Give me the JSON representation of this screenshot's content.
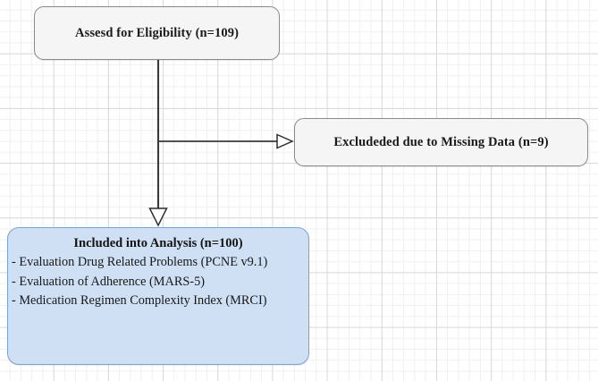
{
  "diagram": {
    "title_node": {
      "label": "Assesd for Eligibility (n=109)"
    },
    "excluded_node": {
      "label": "Excludeded due to Missing Data (n=9)"
    },
    "included_node": {
      "title": "Included into Analysis (n=100)",
      "line1": "- Evaluation Drug Related Problems (PCNE v9.1)",
      "line2": "- Evaluation of Adherence (MARS-5)",
      "line3": "- Medication Regimen Complexity Index (MRCI)"
    },
    "colors": {
      "grey_fill": "#f5f5f5",
      "grey_border": "#8a8a8a",
      "blue_fill": "#cfe0f4",
      "blue_border": "#7ba3d2",
      "connector": "#3a3a3a",
      "grid_major": "#d9d9dd",
      "grid_minor": "#f0f0f2",
      "text": "#1a1a1a"
    }
  }
}
